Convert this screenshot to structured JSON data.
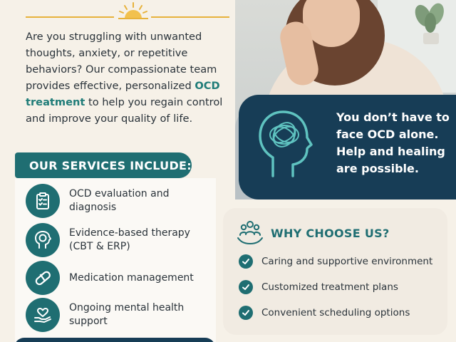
{
  "intro": {
    "text_before": "Are you struggling with unwanted thoughts, anxiety, or repetitive behaviors? Our compassionate team provides effective, personalized ",
    "highlight": "OCD treatment",
    "text_after": " to help you regain control and improve your quality of life."
  },
  "callout": {
    "message": "You don’t have to face OCD alone. Help and healing are possible."
  },
  "services": {
    "heading": "OUR SERVICES INCLUDE:",
    "items": [
      {
        "label": "OCD evaluation and diagnosis",
        "icon": "clipboard-icon"
      },
      {
        "label": "Evidence-based therapy (CBT & ERP)",
        "icon": "head-brain-icon"
      },
      {
        "label": "Medication management",
        "icon": "pill-icon"
      },
      {
        "label": "Ongoing mental health support",
        "icon": "heart-hand-icon"
      }
    ]
  },
  "why": {
    "heading": "WHY CHOOSE US?",
    "icon": "people-care-icon",
    "items": [
      "Caring and supportive environment",
      "Customized treatment plans",
      "Convenient scheduling options"
    ]
  },
  "colors": {
    "background": "#f6f1e8",
    "teal": "#1f6e72",
    "navy": "#173d56",
    "accent_gold": "#e7b23c"
  }
}
